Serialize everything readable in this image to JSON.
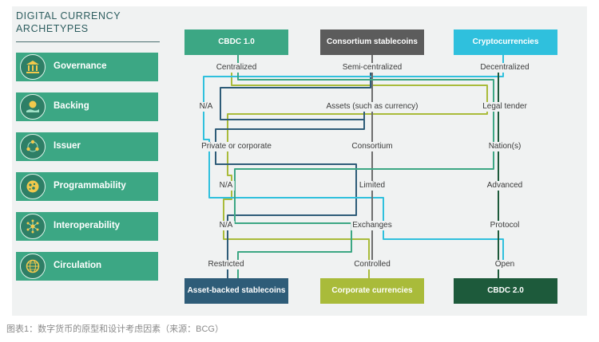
{
  "title_line1": "DIGITAL CURRENCY",
  "title_line2": "ARCHETYPES",
  "archetypes": [
    {
      "label": "Governance",
      "icon": "bank-icon"
    },
    {
      "label": "Backing",
      "icon": "coin-hand-icon"
    },
    {
      "label": "Issuer",
      "icon": "network-nodes-icon"
    },
    {
      "label": "Programmability",
      "icon": "code-circle-icon"
    },
    {
      "label": "Interoperability",
      "icon": "hub-icon"
    },
    {
      "label": "Circulation",
      "icon": "globe-icon"
    }
  ],
  "top_headers": [
    {
      "label": "CBDC 1.0",
      "color": "#3ca784"
    },
    {
      "label": "Consortium stablecoins",
      "color": "#5c5c5c"
    },
    {
      "label": "Cryptocurrencies",
      "color": "#2fc0dd"
    }
  ],
  "bottom_headers": [
    {
      "label": "Asset-backed stablecoins",
      "color": "#2e5c78"
    },
    {
      "label": "Corporate currencies",
      "color": "#a9bb3a"
    },
    {
      "label": "CBDC 2.0",
      "color": "#1d5a3b"
    }
  ],
  "options": [
    [
      "Centralized",
      "Semi-centralized",
      "Decentralized"
    ],
    [
      "N/A",
      "Assets (such as currency)",
      "Legal tender"
    ],
    [
      "Private or corporate",
      "Consortium",
      "Nation(s)"
    ],
    [
      "N/A",
      "Limited",
      "Advanced"
    ],
    [
      "N/A",
      "Exchanges",
      "Protocol"
    ],
    [
      "Restricted",
      "Controlled",
      "Open"
    ]
  ],
  "caption": "图表1：数字货币的原型和设计考虑因素（来源：BCG）"
}
